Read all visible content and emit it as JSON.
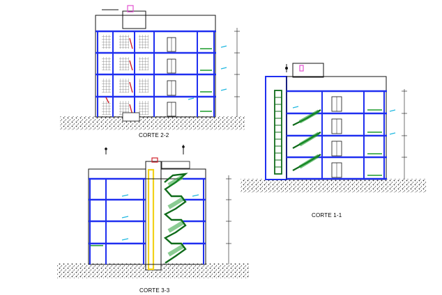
{
  "sections": {
    "corte_2_2": {
      "label": "CORTE 2-2"
    },
    "corte_1_1": {
      "label": "CORTE 1-1"
    },
    "corte_3_3": {
      "label": "CORTE 3-3"
    }
  },
  "colors": {
    "structure_blue": "#1f2ff0",
    "slab_green": "#1a9a2a",
    "dark_green": "#0f6b1a",
    "window_red": "#d0202a",
    "level_cyan": "#1fb8e0",
    "highlight_yellow": "#f2d21a",
    "pink": "#e24fd0",
    "outline_black": "#111111",
    "ground_gray": "#5a5a5a"
  }
}
